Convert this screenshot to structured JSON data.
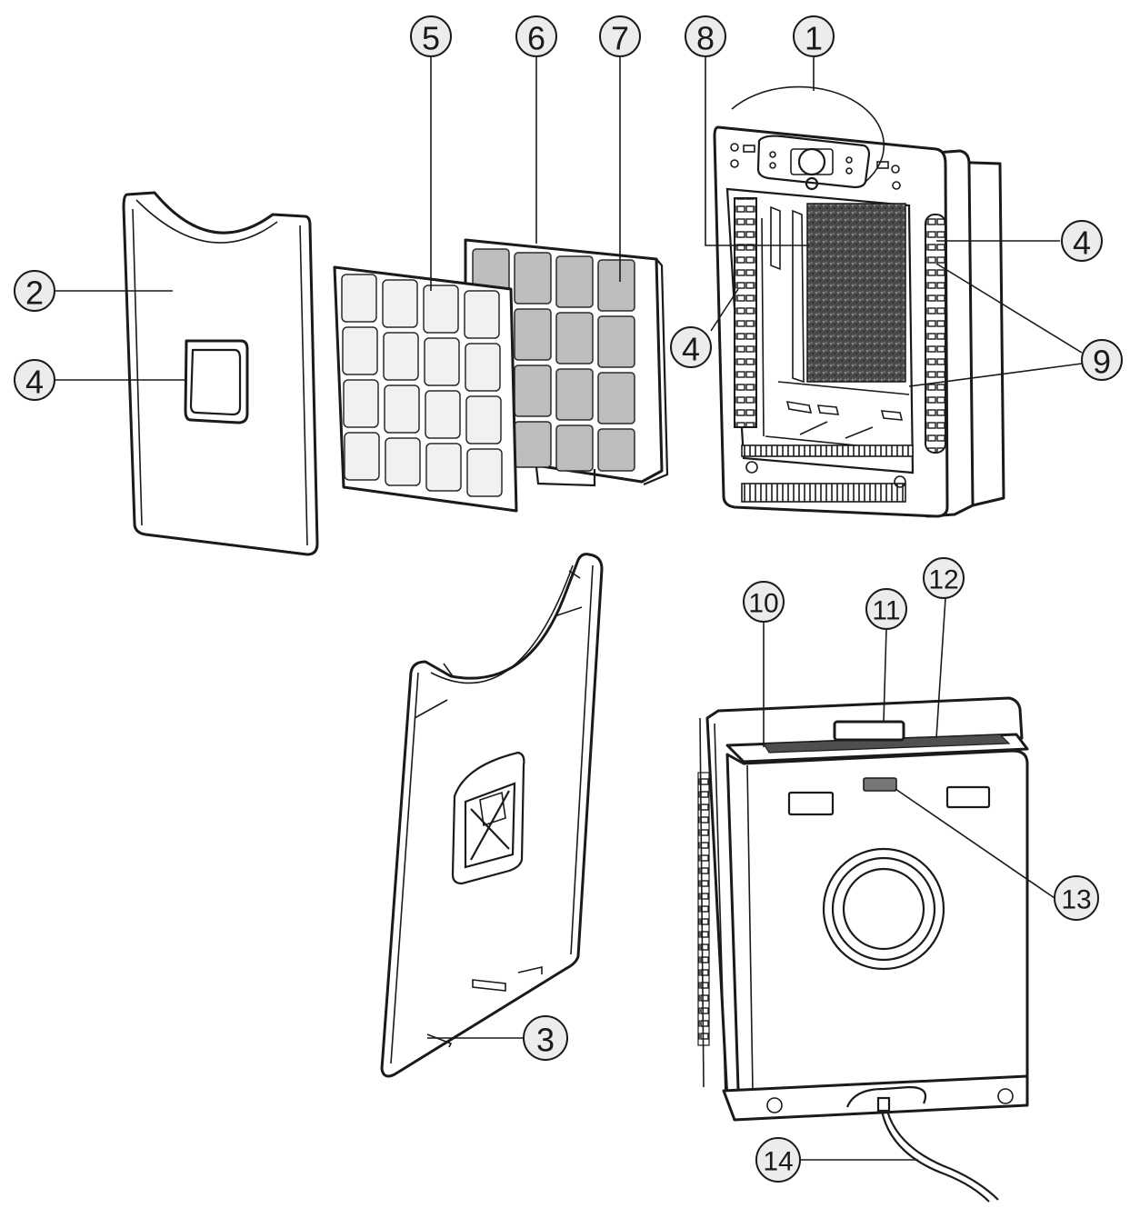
{
  "callouts": [
    {
      "id": "c1",
      "label": "1"
    },
    {
      "id": "c2",
      "label": "2"
    },
    {
      "id": "c3",
      "label": "3"
    },
    {
      "id": "c4a",
      "label": "4"
    },
    {
      "id": "c4b",
      "label": "4"
    },
    {
      "id": "c4c",
      "label": "4"
    },
    {
      "id": "c5",
      "label": "5"
    },
    {
      "id": "c6",
      "label": "6"
    },
    {
      "id": "c7",
      "label": "7"
    },
    {
      "id": "c8",
      "label": "8"
    },
    {
      "id": "c9",
      "label": "9"
    },
    {
      "id": "c10",
      "label": "10"
    },
    {
      "id": "c11",
      "label": "11"
    },
    {
      "id": "c12",
      "label": "12"
    },
    {
      "id": "c13",
      "label": "13"
    },
    {
      "id": "c14",
      "label": "14"
    }
  ],
  "colors": {
    "line": "#1a1a1a",
    "callout_fill": "#ececec",
    "filter_light": "#f1f1f1",
    "filter_dark": "#bdbdbd",
    "foam": "#4a4a4a"
  }
}
